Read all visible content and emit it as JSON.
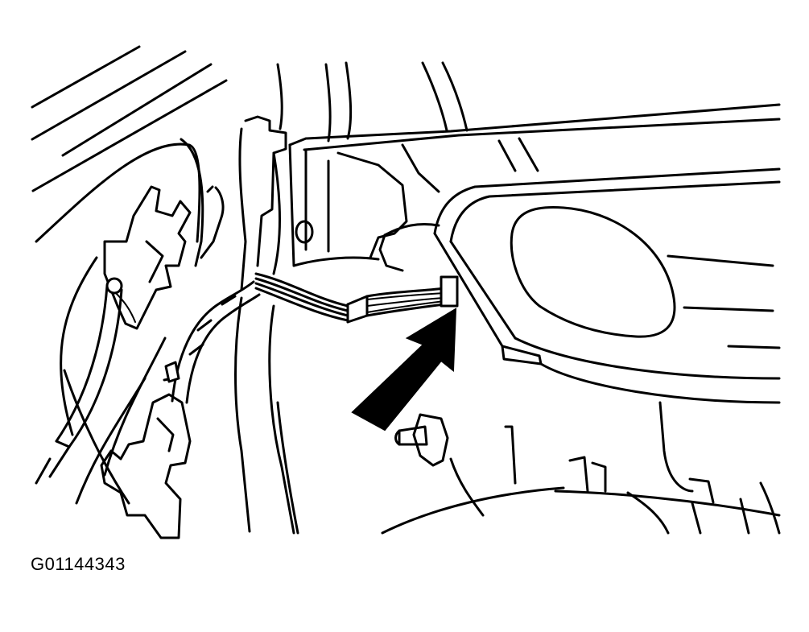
{
  "figure": {
    "code": "G01144343"
  },
  "colors": {
    "line": "#000000",
    "background": "#ffffff"
  },
  "components": [
    "wiring-harness",
    "electrical-connector",
    "callout-arrow",
    "mounting-stud",
    "ventilation-duct"
  ]
}
